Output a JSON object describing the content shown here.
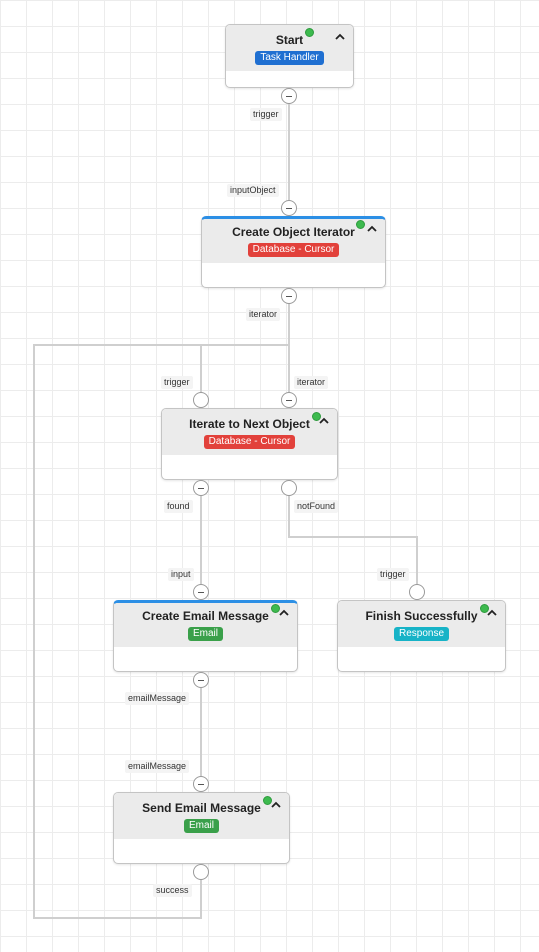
{
  "colors": {
    "task_handler": "#1f6fd1",
    "database_cursor": "#e2413b",
    "email": "#3aa04a",
    "response": "#17b3c7",
    "accent_border": "#2c8fe5",
    "status_dot": "#3dba4e",
    "wire": "#cfcfcf"
  },
  "nodes": {
    "start": {
      "title": "Start",
      "badge": "Task Handler",
      "badge_color": "#1f6fd1"
    },
    "create_iterator": {
      "title": "Create Object Iterator",
      "badge": "Database - Cursor",
      "badge_color": "#e2413b"
    },
    "iterate_next": {
      "title": "Iterate to Next Object",
      "badge": "Database - Cursor",
      "badge_color": "#e2413b"
    },
    "create_email": {
      "title": "Create Email Message",
      "badge": "Email",
      "badge_color": "#3aa04a"
    },
    "finish": {
      "title": "Finish Successfully",
      "badge": "Response",
      "badge_color": "#17b3c7"
    },
    "send_email": {
      "title": "Send Email Message",
      "badge": "Email",
      "badge_color": "#3aa04a"
    }
  },
  "ports": {
    "start_trigger": "trigger",
    "iterator_input": "inputObject",
    "iterator_output": "iterator",
    "next_trigger": "trigger",
    "next_iterator": "iterator",
    "next_found": "found",
    "next_notfound": "notFound",
    "create_email_input": "input",
    "finish_trigger": "trigger",
    "create_email_output": "emailMessage",
    "send_email_input": "emailMessage",
    "send_email_output": "success"
  },
  "icons": {
    "collapse": "chevron-up-icon",
    "port": "minus-circle-icon",
    "status": "status-dot"
  }
}
